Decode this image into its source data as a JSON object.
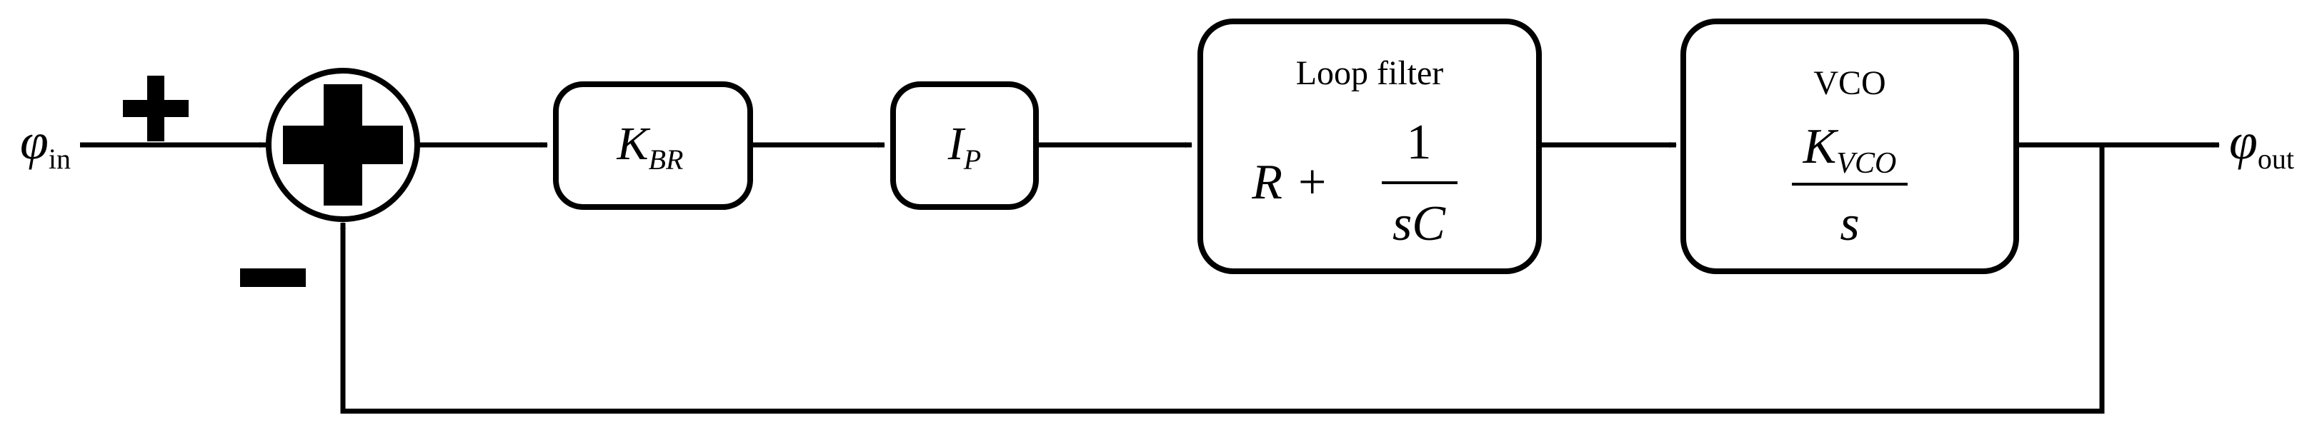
{
  "input": {
    "symbol": "φ",
    "subscript": "in"
  },
  "output": {
    "symbol": "φ",
    "subscript": "out"
  },
  "summing_junction": {
    "plus_sign": "+",
    "minus_sign": "−"
  },
  "blocks": {
    "kbr": {
      "symbol": "K",
      "subscript": "BR"
    },
    "ip": {
      "symbol": "I",
      "subscript": "P"
    },
    "loop_filter": {
      "title": "Loop filter",
      "lhs": "R +",
      "numerator": "1",
      "denominator": "sC"
    },
    "vco": {
      "title": "VCO",
      "numerator_symbol": "K",
      "numerator_subscript": "VCO",
      "denominator": "s"
    }
  }
}
